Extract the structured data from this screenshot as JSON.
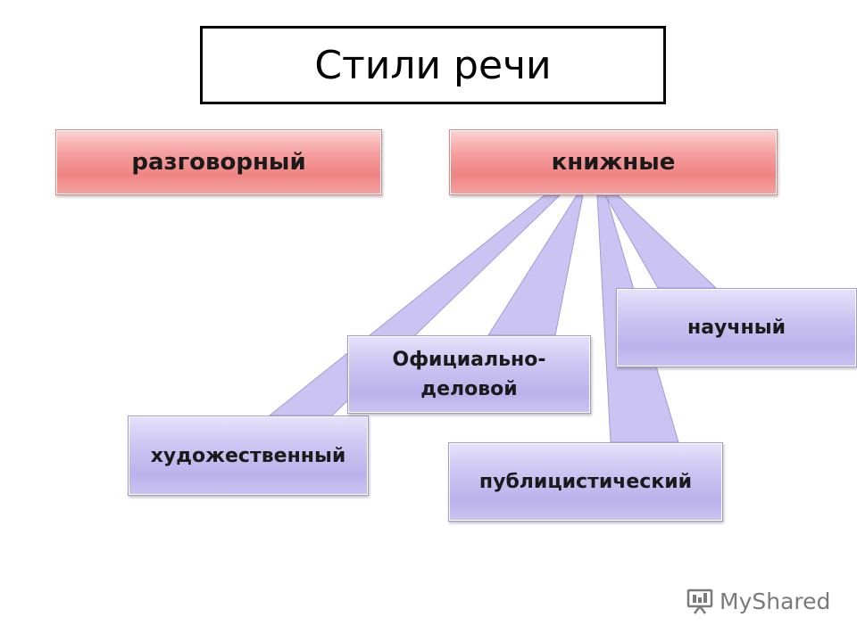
{
  "title": "Стили речи",
  "top_nodes": {
    "conversational": "разговорный",
    "bookish": "книжные"
  },
  "sub_nodes": {
    "artistic": "художественный",
    "official_business": "Официально-\nделовой",
    "journalistic": "публицистический",
    "scientific": "научный"
  },
  "watermark": {
    "text": "MyShared",
    "icon": "presentation-board-icon"
  },
  "colors": {
    "top_box": "#f08484",
    "sub_box": "#bcb2ec",
    "connector": "#cbc3f1"
  }
}
